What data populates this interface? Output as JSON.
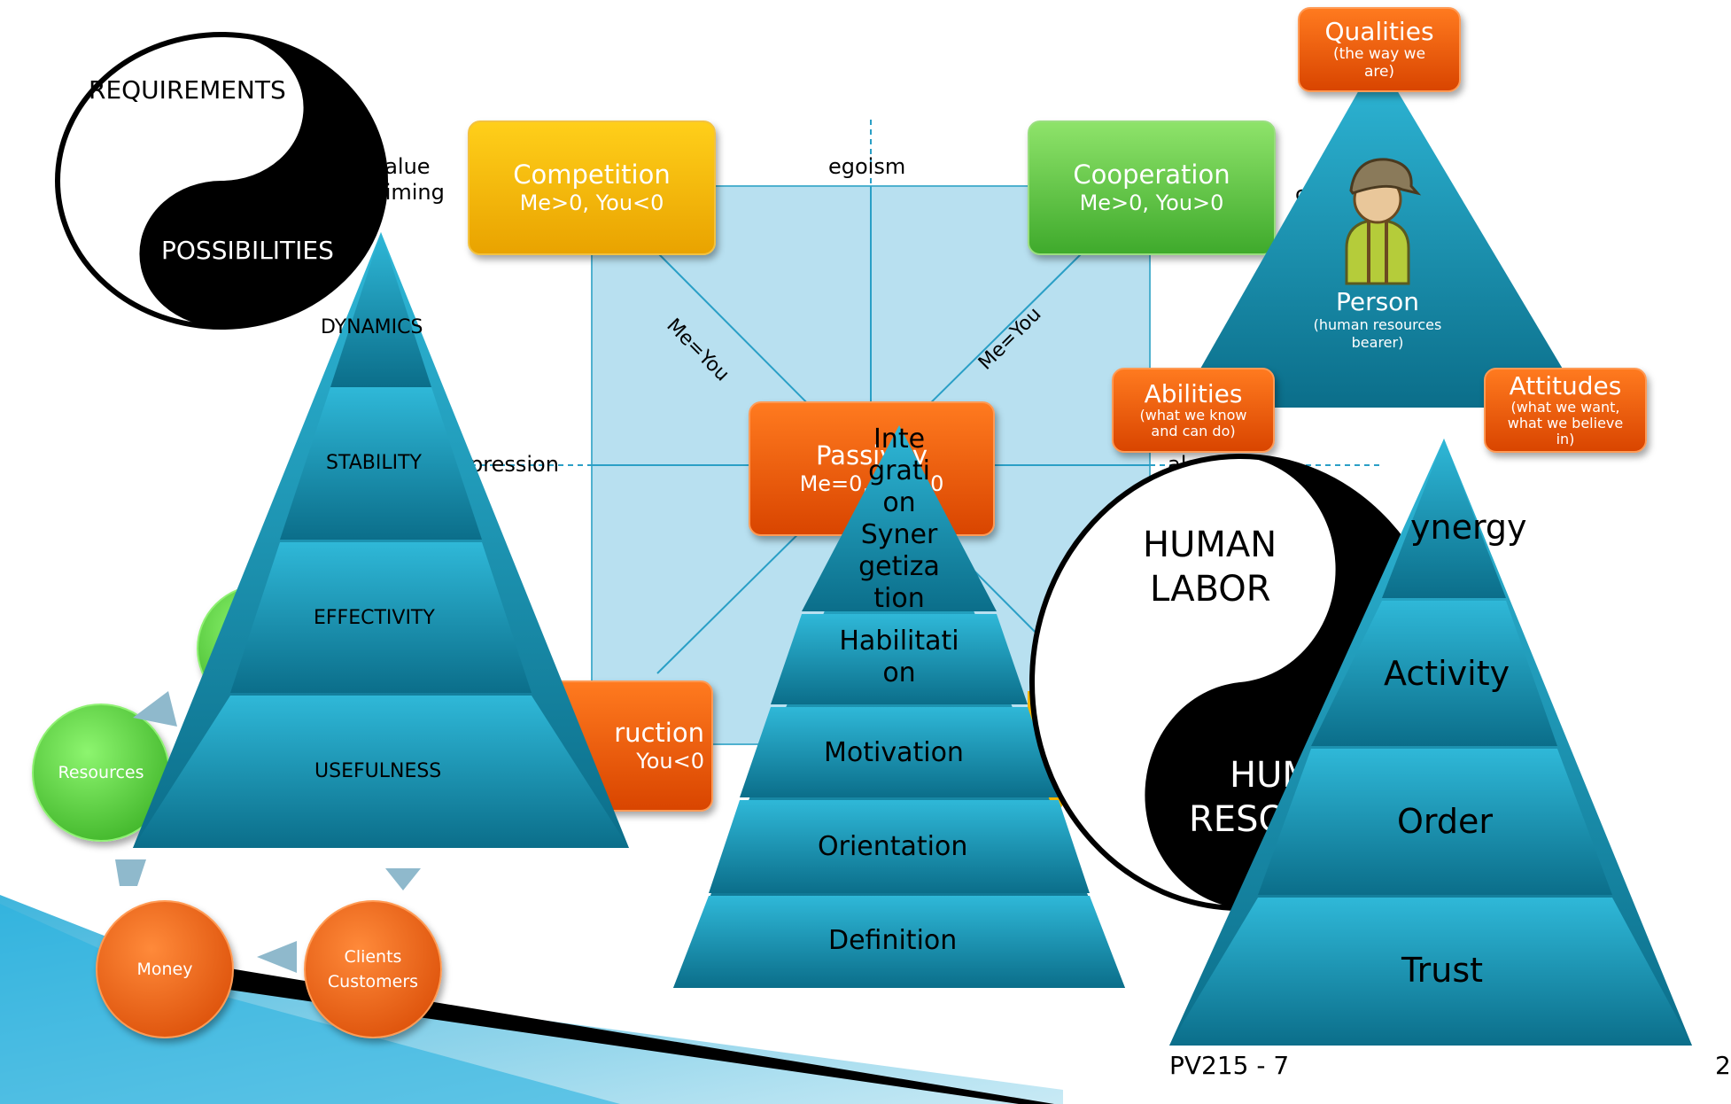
{
  "matrix": {
    "top_label": "egoism",
    "left_label": "pression",
    "right_label": "al",
    "left_upper_fragment": "value",
    "left_upper_fragment2": "aiming",
    "right_upper_fragment": "c",
    "diag_left": "Me=You",
    "diag_right": "Me=You",
    "boxes": {
      "competition": {
        "title": "Competition",
        "sub": "Me>0, You<0"
      },
      "cooperation": {
        "title": "Cooperation",
        "sub": "Me>0, You>0"
      },
      "passivity": {
        "title": "Passivity",
        "sub": "Me=0, You=0"
      },
      "destruction": {
        "title": "ruction",
        "sub": "You<0"
      }
    }
  },
  "yin_yang_top": {
    "top": "REQUIREMENTS",
    "bottom": "POSSIBILITIES"
  },
  "pyramid_left": {
    "levels": [
      "DYNAMICS",
      "STABILITY",
      "EFFECTIVITY",
      "USEFULNESS"
    ]
  },
  "cycle": {
    "resources": "Resources",
    "money": "Money",
    "clients_line1": "Clients",
    "clients_line2": "Customers"
  },
  "pyramid_center": {
    "levels": [
      "Inte",
      "grati",
      "on",
      "Syner",
      "getiza",
      "tion",
      "Habilitati",
      "on",
      "Motivation",
      "Orientation",
      "Definition"
    ]
  },
  "person_triangle": {
    "qualities": {
      "title": "Qualities",
      "sub1": "(the way we",
      "sub2": "are)"
    },
    "person": {
      "title": "Person",
      "sub1": "(human resources",
      "sub2": "bearer)"
    },
    "abilities": {
      "title": "Abilities",
      "sub1": "(what we know",
      "sub2": "and can do)"
    },
    "attitudes": {
      "title": "Attitudes",
      "sub1": "(what we want,",
      "sub2": "what we believe",
      "sub3": "in)"
    }
  },
  "yin_yang_right": {
    "top1": "HUMAN",
    "top2": "LABOR",
    "bottom1": "HUM",
    "bottom2": "RESO"
  },
  "pyramid_right": {
    "levels": [
      "Synergy",
      "Activity",
      "Order",
      "Trust"
    ],
    "synergy_visible": "ynergy"
  },
  "footer": {
    "course": "PV215 - 7",
    "page": "2"
  },
  "colors": {
    "teal": "#138fb0",
    "orange": "#e65a0a",
    "yellow": "#f5b800",
    "green": "#4cbb3a"
  }
}
